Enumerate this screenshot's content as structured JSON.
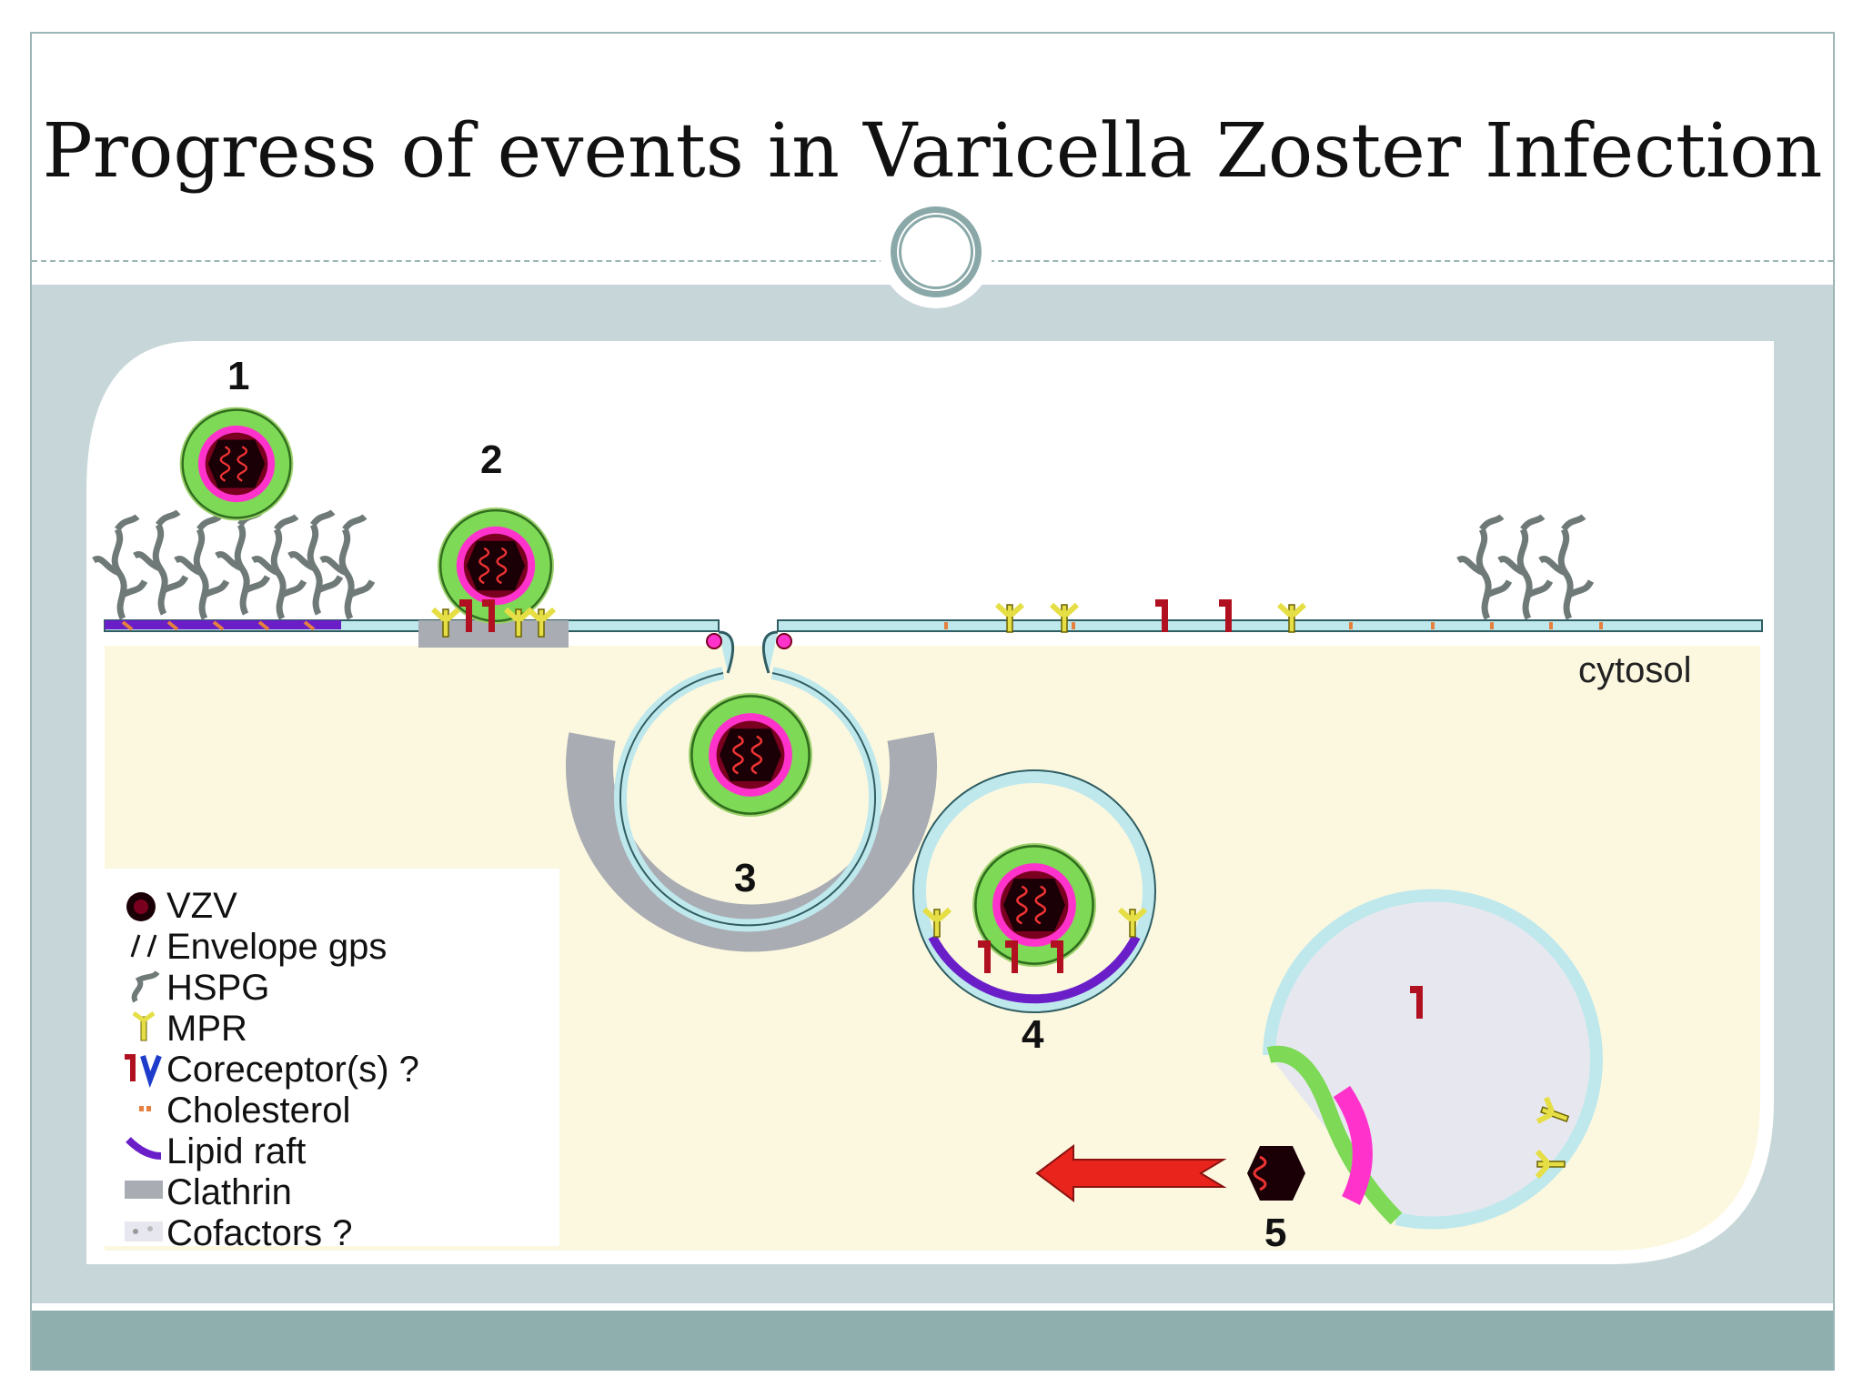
{
  "slide": {
    "title": "Progress of events in Varicella Zoster Infection"
  },
  "figure": {
    "steps": [
      "1",
      "2",
      "3",
      "4",
      "5"
    ],
    "region_label": "cytosol",
    "legend": [
      {
        "label": "VZV",
        "icon": "virus-icon"
      },
      {
        "label": "Envelope gps",
        "icon": "envelope-gp-icon"
      },
      {
        "label": "HSPG",
        "icon": "hspg-icon"
      },
      {
        "label": "MPR",
        "icon": "mpr-icon"
      },
      {
        "label": "Coreceptor(s) ?",
        "icon": "coreceptor-icon"
      },
      {
        "label": "Cholesterol",
        "icon": "cholesterol-icon"
      },
      {
        "label": "Lipid raft",
        "icon": "lipid-raft-icon"
      },
      {
        "label": "Clathrin",
        "icon": "clathrin-icon"
      },
      {
        "label": "Cofactors ?",
        "icon": "cofactor-icon"
      }
    ]
  },
  "colors": {
    "cytosol": "#fcf8e0",
    "membrane": "#bfe8ec",
    "envelope": "#7ed957",
    "tegument": "#ff33cc",
    "capsid": "#7a0020",
    "mpr": "#ece660",
    "coreceptor": "#b01020",
    "lipid_raft": "#6a1ec8",
    "clathrin": "#a9acb2",
    "arrow": "#e8241c"
  }
}
